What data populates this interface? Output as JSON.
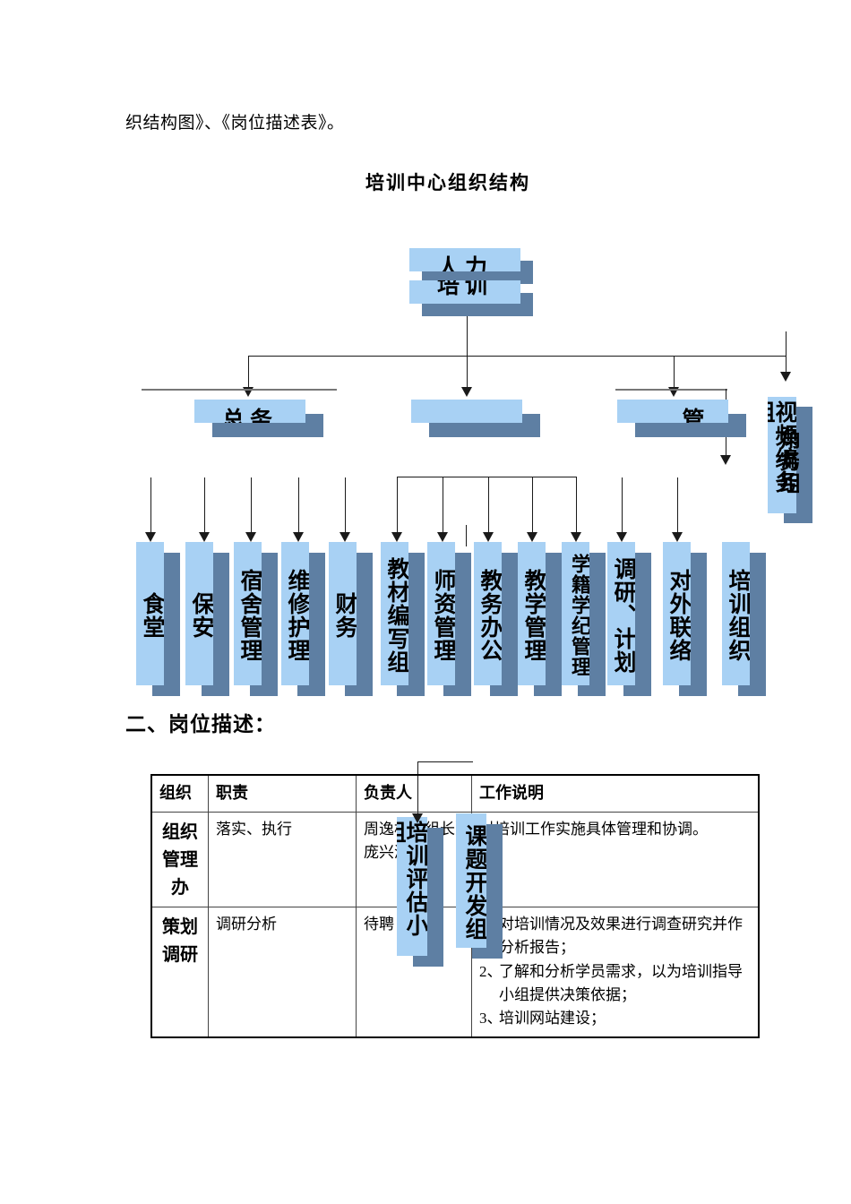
{
  "document": {
    "intro_line": "织结构图》、《岗位描述表》。",
    "chart_title": "培训中心组织结构",
    "section_heading": "二、岗位描述："
  },
  "org_chart": {
    "top_boxes": [
      {
        "name": "human-resources",
        "label": "人力",
        "clip": "bottom"
      },
      {
        "name": "training",
        "label": "培训",
        "clip": "top"
      }
    ],
    "level2_boxes": [
      {
        "name": "general-affairs",
        "label": "总务"
      },
      {
        "name": "middle-unit",
        "label": ""
      },
      {
        "name": "management",
        "label": "管"
      }
    ],
    "side_boxes": [
      {
        "name": "video-editing-group",
        "label": "视频编务组"
      },
      {
        "name": "corner-affairs-group",
        "label": "角务组"
      }
    ],
    "leaf_groups": [
      {
        "group": "general-affairs-children",
        "items": [
          "食堂",
          "保安",
          "宿舍管理",
          "维修护理",
          "财务"
        ]
      },
      {
        "group": "academic-children",
        "items": [
          "教材编写组",
          "师资管理",
          "教务办公",
          "教学管理",
          "学籍学纪管理"
        ]
      },
      {
        "group": "management-children",
        "items": [
          "调研、计划",
          "对外联络",
          "培训组织"
        ]
      }
    ],
    "floating_boxes": [
      {
        "name": "training-evaluation-group",
        "label": "培训评估小组"
      },
      {
        "name": "course-development-group",
        "label": "课题开发组"
      }
    ]
  },
  "job_table": {
    "headers": [
      "组织",
      "职责",
      "负责人",
      "工作说明"
    ],
    "rows": [
      {
        "org": "组织管理办",
        "duty": "落实、执行",
        "person": "周逸松（组长）庞兴洲",
        "desc": "对培训工作实施具体管理和协调。",
        "desc_items": []
      },
      {
        "org": "策划调研",
        "duty": "调研分析",
        "person": "待聘",
        "desc": "",
        "desc_items": [
          {
            "n": "1、",
            "text": "对培训情况及效果进行调查研究并作分析报告；"
          },
          {
            "n": "2、",
            "text": "了解和分析学员需求，以为培训指导小组提供决策依据；"
          },
          {
            "n": "3、",
            "text": "培训网站建设；"
          }
        ]
      }
    ]
  },
  "colors": {
    "box_face": "#a8d1f4",
    "box_shadow": "#5e7fa3",
    "connector": "#1a1a1a",
    "gray_rule": "#777777",
    "page_background": "#ffffff"
  }
}
